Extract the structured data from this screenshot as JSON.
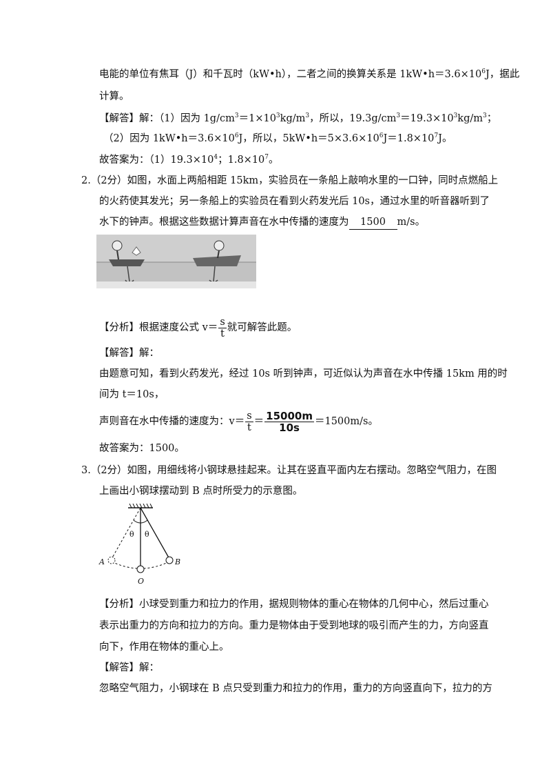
{
  "lines": {
    "l1": "电能的单位有焦耳（J）和千瓦时（kW•h），二者之间的换算关系是 1kW•h＝3.6×10",
    "l1_exp": "6",
    "l1_tail": "J，据此",
    "l2": "计算。",
    "l3_pre": "【解答】解：（1）因为 1g/cm",
    "l3_a": "3",
    "l3_b": "＝1×10",
    "l3_c": "3",
    "l3_d": "kg/m",
    "l3_e": "3",
    "l3_f": "，所以，19.3g/cm",
    "l3_g": "3",
    "l3_h": "＝19.3×10",
    "l3_i": "3",
    "l3_j": "kg/m",
    "l3_k": "3",
    "l3_l": "；",
    "l4_pre": "（2）因为 1kW•h＝3.6×10",
    "l4_a": "6",
    "l4_b": "J，所以，5kW•h＝5×3.6×10",
    "l4_c": "6",
    "l4_d": "J＝1.8×10",
    "l4_e": "7",
    "l4_f": "J。",
    "l5_pre": "故答案为：（1）19.3×10",
    "l5_a": "4",
    "l5_b": "；1.8×10",
    "l5_c": "7",
    "l5_d": "。"
  },
  "q2": {
    "l1": "2.（2分）如图，水面上两船相距 15km，实验员在一条船上敲响水里的一口钟，同时点燃船上",
    "l2": "的火药使其发光；另一条船上的实验员在看到火药发光后 10s，通过水里的听音器听到了",
    "l3_pre": "水下的钟声。根据这些数据计算声音在水中传播的速度为",
    "answer": "1500",
    "l3_unit": "m/s。",
    "analysis_pre": "【分析】根据速度公式 v＝",
    "frac_num": "s",
    "frac_den": "t",
    "analysis_post": "就可解答此题。",
    "solve": "【解答】解：",
    "s1": "由题意可知，看到火药发光，经过 10s 听到钟声，可近似认为声音在水中传播 15km 用的时",
    "s2": "间为 t＝10s，",
    "s3_pre": "声则音在水中传播的速度为：v＝",
    "s3_f1n": "s",
    "s3_f1d": "t",
    "s3_eq": "＝",
    "s3_f2n": "15000m",
    "s3_f2d": "10s",
    "s3_post": "＝1500m/s。",
    "final": "故答案为：1500。"
  },
  "q3": {
    "l1": "3.（2分）如图，用细线将小钢球悬挂起来。让其在竖直平面内左右摆动。忽略空气阻力，在图",
    "l2": "上画出小钢球摆动到 B 点时所受力的示意图。",
    "fig_theta1": "θ",
    "fig_theta2": "θ",
    "fig_A": "A",
    "fig_B": "B",
    "fig_O": "O",
    "a1": "【分析】小球受到重力和拉力的作用，据规则物体的重心在物体的几何中心，然后过重心",
    "a2": "表示出重力的方向和拉力的方向。重力是物体由于受到地球的吸引而产生的力，方向竖直",
    "a3": "向下，作用在物体的重心上。",
    "solve": "【解答】解：",
    "s1": "忽略空气阻力，小钢球在 B 点只受到重力和拉力的作用，重力的方向竖直向下，拉力的方"
  }
}
